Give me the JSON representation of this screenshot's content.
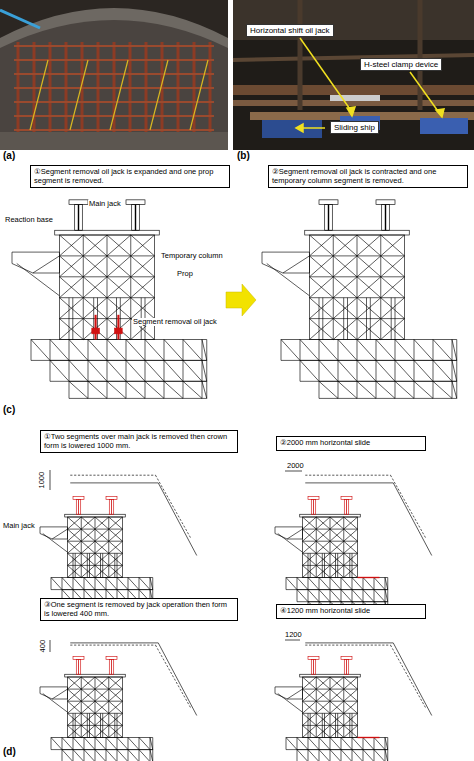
{
  "diagram": {
    "nodes": [
      {
        "text": [
          "Horizontal shift oil jack"
        ]
      },
      {
        "text": [
          "H-steel clamp device"
        ]
      },
      {
        "text": [
          "Sliding ship"
        ]
      },
      {
        "text": [
          "①Segment removal oil jack is expanded and one prop segment is removed."
        ]
      },
      {
        "text": [
          "②Segment removal oil jack is contracted and one temporary column segment is removed."
        ]
      },
      {
        "text": [
          "①Two segments over main jack is removed then crown form is lowered 1000 mm."
        ]
      },
      {
        "text": [
          "②2000 mm horizontal slide"
        ]
      },
      {
        "text": [
          "③One segment is removed by jack operation then form is lowered 400 mm."
        ]
      },
      {
        "text": [
          "④1200 mm horizontal slide"
        ]
      }
    ],
    "labels": [
      "(a)",
      "(b)",
      "Main jack",
      "Reaction base",
      "Temporary column",
      "Prop",
      "Segment removal oil jack",
      "(c)",
      "1000",
      "Main jack",
      "2000",
      "400",
      "1200",
      "(d)"
    ]
  }
}
